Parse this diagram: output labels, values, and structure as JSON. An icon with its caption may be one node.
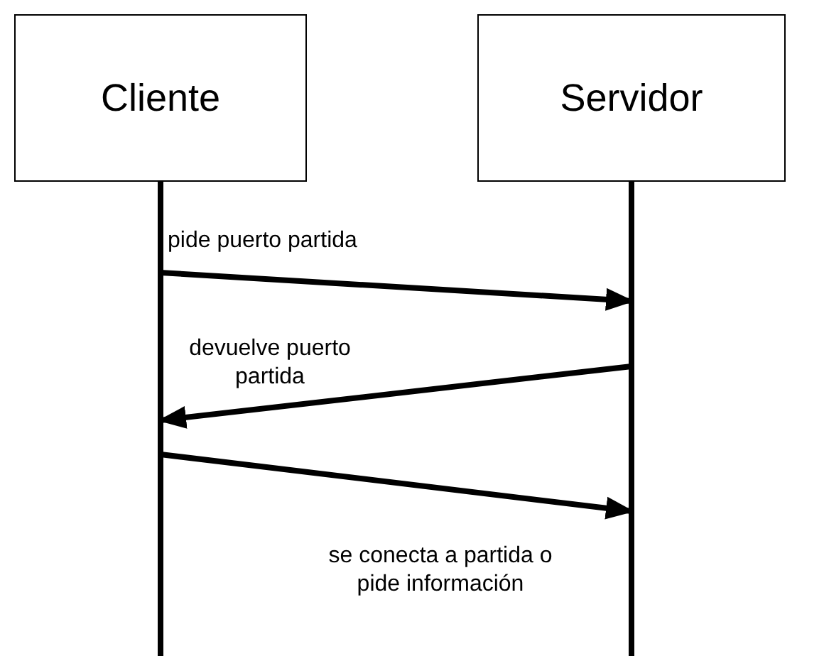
{
  "diagram": {
    "nodes": [
      {
        "text": [
          "Cliente"
        ]
      },
      {
        "text": [
          "Servidor"
        ]
      }
    ],
    "edges": [
      {
        "from": 0,
        "to": 1,
        "arrow": "to",
        "label": "pide puerto partida"
      },
      {
        "from": 1,
        "to": 0,
        "arrow": "to",
        "label": "devuelve puerto partida"
      },
      {
        "from": 0,
        "to": 1,
        "arrow": "to",
        "label": "se conecta a partida o pide información"
      }
    ]
  }
}
